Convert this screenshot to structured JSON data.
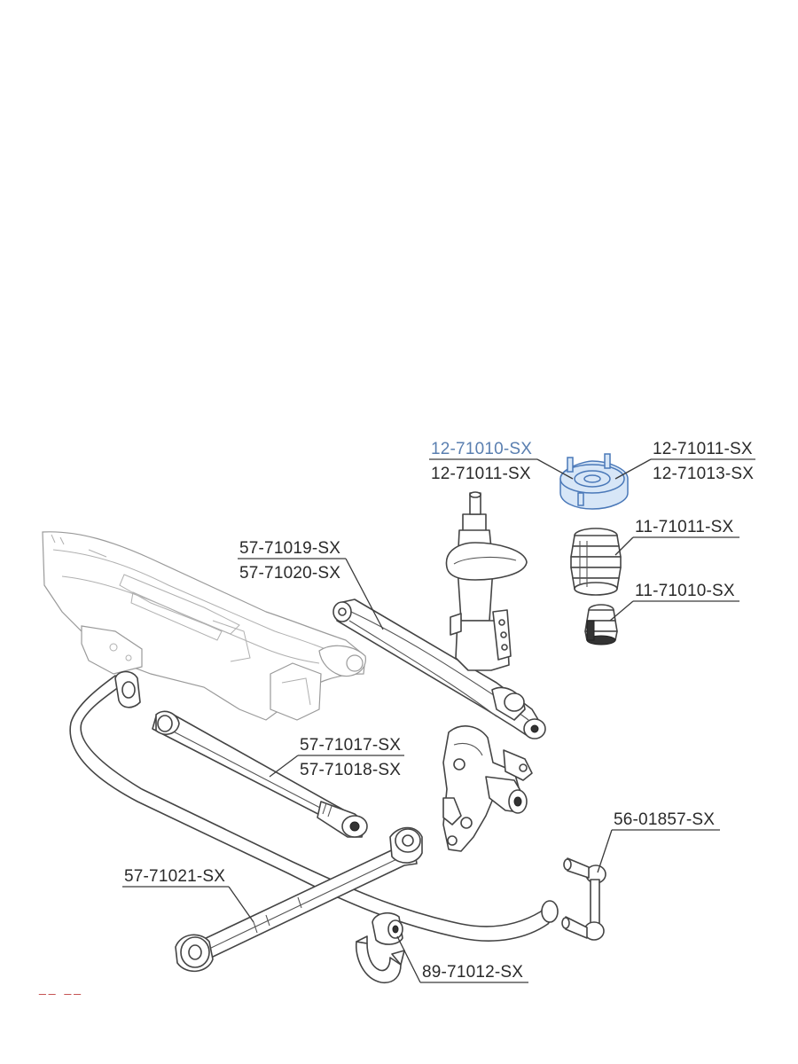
{
  "labels": {
    "strut_mount_left_top": "12-71010-SX",
    "strut_mount_left_bottom": "12-71011-SX",
    "strut_mount_right_top": "12-71011-SX",
    "strut_mount_right_bottom": "12-71013-SX",
    "dust_boot": "11-71011-SX",
    "bump_stop": "11-71010-SX",
    "upper_arm_top": "57-71019-SX",
    "upper_arm_bottom": "57-71020-SX",
    "lateral_link_top": "57-71017-SX",
    "lateral_link_bottom": "57-71018-SX",
    "stabilizer_link": "56-01857-SX",
    "trailing_link": "57-71021-SX",
    "stabilizer_bushing": "89-71012-SX"
  },
  "footer_mark": "__ __",
  "colors": {
    "highlight_part": "#4a78b8",
    "highlight_label": "#5a7fb0",
    "line_art": "#3a3a3a"
  }
}
